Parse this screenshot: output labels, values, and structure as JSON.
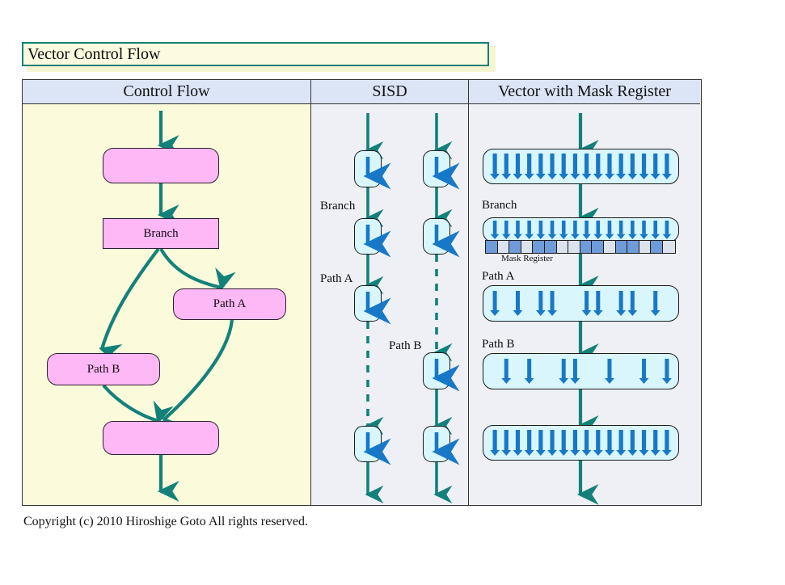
{
  "slide": {
    "title": "Vector Control Flow",
    "copyright": "Copyright (c) 2010 Hiroshige Goto All rights reserved.",
    "accent_color": "#157d76",
    "title_bg": "#fcfbdf",
    "header_bg": "#dbe5f6",
    "control_col_bg": "#fbfbdc",
    "lane_bg": "#eef0f6",
    "cf_box_color": "#fdb8f5",
    "vector_box_color": "#d8f6fc",
    "arrow_blue": "#1878c8",
    "flow_teal": "#13817a",
    "mask_on_color": "#6f9bd8",
    "mask_off_color": "#dde3ed"
  },
  "columns": [
    {
      "id": "control-flow",
      "header": "Control Flow"
    },
    {
      "id": "sisd",
      "header": "SISD"
    },
    {
      "id": "vector-mask",
      "header": "Vector with Mask Register"
    }
  ],
  "control_flow": {
    "nodes": [
      {
        "id": "entry",
        "label": "",
        "shape": "rounded"
      },
      {
        "id": "branch",
        "label": "Branch",
        "shape": "rect"
      },
      {
        "id": "path-a",
        "label": "Path A",
        "shape": "rounded"
      },
      {
        "id": "path-b",
        "label": "Path B",
        "shape": "rounded"
      },
      {
        "id": "merge",
        "label": "",
        "shape": "rounded"
      }
    ],
    "edges": [
      {
        "from": "start",
        "to": "entry"
      },
      {
        "from": "entry",
        "to": "branch"
      },
      {
        "from": "branch",
        "to": "path-a"
      },
      {
        "from": "branch",
        "to": "path-b"
      },
      {
        "from": "path-a",
        "to": "merge"
      },
      {
        "from": "path-b",
        "to": "merge"
      },
      {
        "from": "merge",
        "to": "end"
      }
    ]
  },
  "sisd": {
    "labels": [
      {
        "text": "Branch",
        "lane": 1
      },
      {
        "text": "Path A",
        "lane": 1
      },
      {
        "text": "Path B",
        "lane": 2
      }
    ],
    "lanes": [
      {
        "id": "lane-1",
        "steps": [
          "op",
          "op",
          "op",
          "op"
        ],
        "connector_styles": [
          "solid",
          "solid",
          "dashed"
        ]
      },
      {
        "id": "lane-2",
        "steps": [
          "op",
          "op",
          "op",
          "op"
        ],
        "connector_styles": [
          "solid",
          "dashed",
          "solid"
        ]
      }
    ]
  },
  "vector": {
    "lanes_total": 16,
    "rows": [
      {
        "id": "row-full-top",
        "label": "",
        "active_lanes": [
          1,
          1,
          1,
          1,
          1,
          1,
          1,
          1,
          1,
          1,
          1,
          1,
          1,
          1,
          1,
          1
        ],
        "style": "full"
      },
      {
        "id": "row-branch",
        "label": "Branch",
        "active_lanes": [
          1,
          1,
          1,
          1,
          1,
          1,
          1,
          1,
          1,
          1,
          1,
          1,
          1,
          1,
          1,
          1
        ],
        "style": "full-short"
      },
      {
        "id": "row-path-a",
        "label": "Path A",
        "active_lanes": [
          1,
          0,
          1,
          0,
          1,
          1,
          0,
          0,
          1,
          1,
          0,
          1,
          1,
          0,
          1,
          0
        ],
        "style": "masked"
      },
      {
        "id": "row-path-b",
        "label": "Path B",
        "active_lanes": [
          0,
          1,
          0,
          1,
          0,
          0,
          1,
          1,
          0,
          0,
          1,
          0,
          0,
          1,
          0,
          1
        ],
        "style": "masked"
      },
      {
        "id": "row-full-bottom",
        "label": "",
        "active_lanes": [
          1,
          1,
          1,
          1,
          1,
          1,
          1,
          1,
          1,
          1,
          1,
          1,
          1,
          1,
          1,
          1
        ],
        "style": "full"
      }
    ],
    "mask_register": {
      "label": "Mask Register",
      "bits": [
        1,
        0,
        1,
        0,
        1,
        1,
        0,
        0,
        1,
        1,
        0,
        1,
        1,
        0,
        1,
        0
      ]
    }
  }
}
